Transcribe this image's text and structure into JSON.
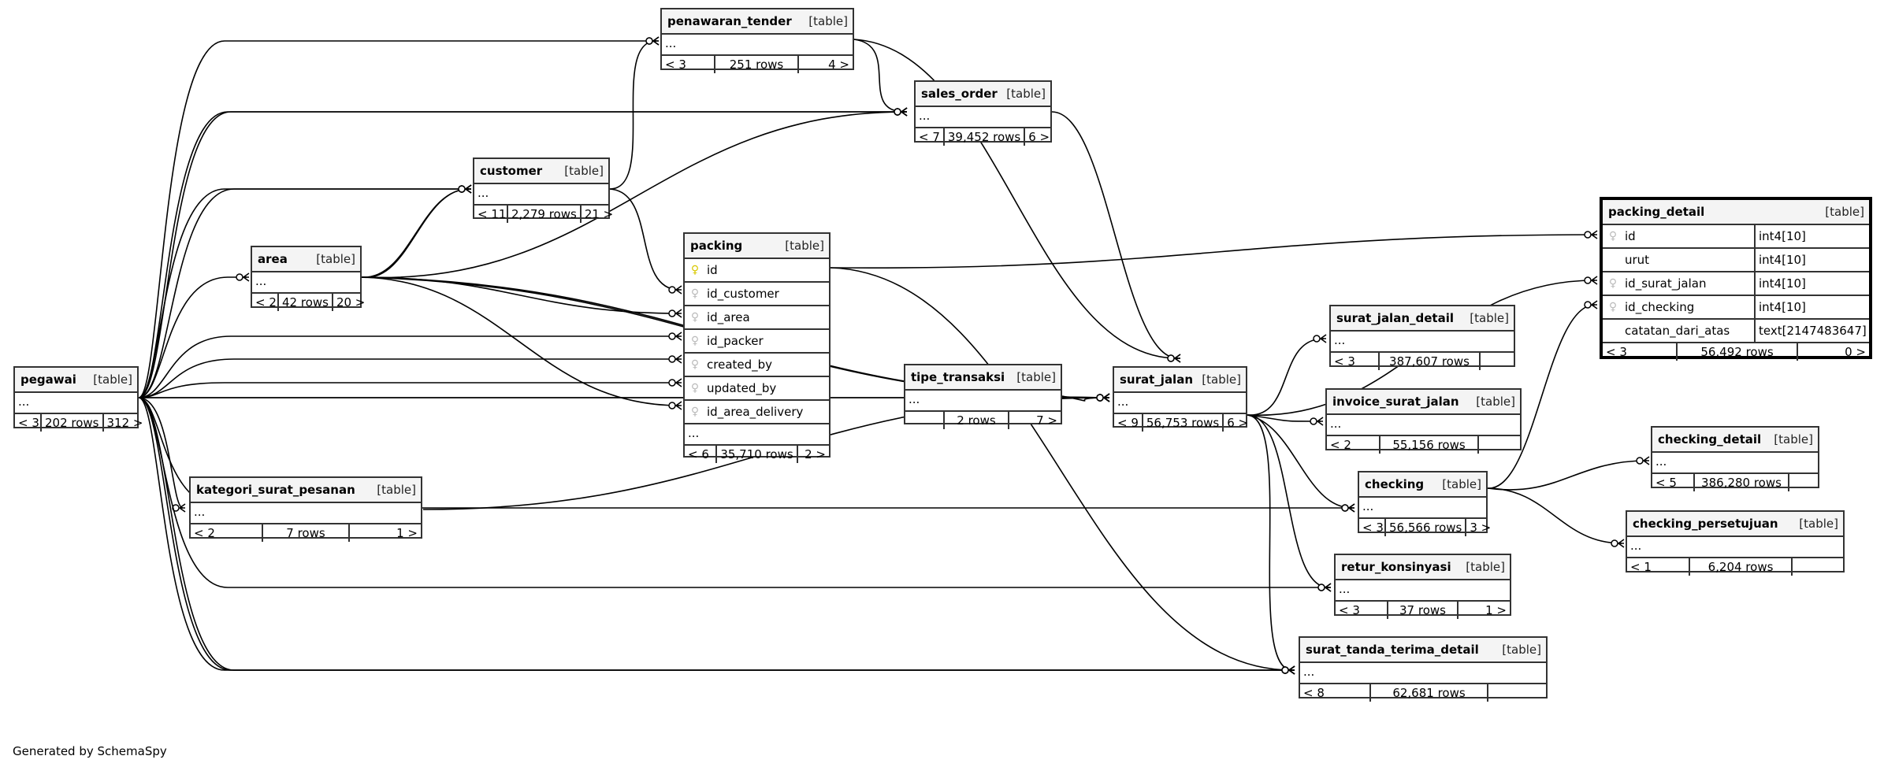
{
  "generator_note": "Generated by SchemaSpy",
  "tables": {
    "penawaran_tender": {
      "name": "penawaran_tender",
      "kind": "[table]",
      "ellipsis": "...",
      "parents": "< 3",
      "rows": "251 rows",
      "children": "4 >"
    },
    "sales_order": {
      "name": "sales_order",
      "kind": "[table]",
      "ellipsis": "...",
      "parents": "< 7",
      "rows": "39,452 rows",
      "children": "6 >"
    },
    "customer": {
      "name": "customer",
      "kind": "[table]",
      "ellipsis": "...",
      "parents": "< 11",
      "rows": "2,279 rows",
      "children": "21 >"
    },
    "area": {
      "name": "area",
      "kind": "[table]",
      "ellipsis": "...",
      "parents": "< 2",
      "rows": "42 rows",
      "children": "20 >"
    },
    "pegawai": {
      "name": "pegawai",
      "kind": "[table]",
      "ellipsis": "...",
      "parents": "< 3",
      "rows": "202 rows",
      "children": "312 >"
    },
    "packing": {
      "name": "packing",
      "kind": "[table]",
      "ellipsis": "...",
      "parents": "< 6",
      "rows": "35,710 rows",
      "children": "2 >",
      "columns": [
        {
          "name": "id",
          "key": "pk"
        },
        {
          "name": "id_customer",
          "key": "fk"
        },
        {
          "name": "id_area",
          "key": "fk"
        },
        {
          "name": "id_packer",
          "key": "fk"
        },
        {
          "name": "created_by",
          "key": "fk"
        },
        {
          "name": "updated_by",
          "key": "fk"
        },
        {
          "name": "id_area_delivery",
          "key": "fk"
        }
      ]
    },
    "tipe_transaksi": {
      "name": "tipe_transaksi",
      "kind": "[table]",
      "ellipsis": "...",
      "parents": "",
      "rows": "2 rows",
      "children": "7 >"
    },
    "surat_jalan": {
      "name": "surat_jalan",
      "kind": "[table]",
      "ellipsis": "...",
      "parents": "< 9",
      "rows": "56,753 rows",
      "children": "6 >"
    },
    "kategori_surat_pesanan": {
      "name": "kategori_surat_pesanan",
      "kind": "[table]",
      "ellipsis": "...",
      "parents": "< 2",
      "rows": "7 rows",
      "children": "1 >"
    },
    "surat_jalan_detail": {
      "name": "surat_jalan_detail",
      "kind": "[table]",
      "ellipsis": "...",
      "parents": "< 3",
      "rows": "387,607 rows",
      "children": ""
    },
    "invoice_surat_jalan": {
      "name": "invoice_surat_jalan",
      "kind": "[table]",
      "ellipsis": "...",
      "parents": "< 2",
      "rows": "55,156 rows",
      "children": ""
    },
    "checking": {
      "name": "checking",
      "kind": "[table]",
      "ellipsis": "...",
      "parents": "< 3",
      "rows": "56,566 rows",
      "children": "3 >"
    },
    "retur_konsinyasi": {
      "name": "retur_konsinyasi",
      "kind": "[table]",
      "ellipsis": "...",
      "parents": "< 3",
      "rows": "37 rows",
      "children": "1 >"
    },
    "surat_tanda_terima_detail": {
      "name": "surat_tanda_terima_detail",
      "kind": "[table]",
      "ellipsis": "...",
      "parents": "< 8",
      "rows": "62,681 rows",
      "children": ""
    },
    "packing_detail": {
      "name": "packing_detail",
      "kind": "[table]",
      "parents": "< 3",
      "rows": "56,492 rows",
      "children": "0 >",
      "columns": [
        {
          "name": "id",
          "type": "int4[10]",
          "key": "fk"
        },
        {
          "name": "urut",
          "type": "int4[10]",
          "key": "none"
        },
        {
          "name": "id_surat_jalan",
          "type": "int4[10]",
          "key": "fk"
        },
        {
          "name": "id_checking",
          "type": "int4[10]",
          "key": "fk"
        },
        {
          "name": "catatan_dari_atas",
          "type": "text[2147483647]",
          "key": "none"
        }
      ]
    },
    "checking_detail": {
      "name": "checking_detail",
      "kind": "[table]",
      "ellipsis": "...",
      "parents": "< 5",
      "rows": "386,280 rows",
      "children": ""
    },
    "checking_persetujuan": {
      "name": "checking_persetujuan",
      "kind": "[table]",
      "ellipsis": "...",
      "parents": "< 1",
      "rows": "6,204 rows",
      "children": ""
    }
  },
  "icons": {
    "primary_key": "key-icon (yellow)",
    "foreign_key": "key-icon (grey)"
  },
  "relationships": [
    [
      "pegawai",
      "penawaran_tender"
    ],
    [
      "pegawai",
      "sales_order"
    ],
    [
      "pegawai",
      "customer"
    ],
    [
      "pegawai",
      "area"
    ],
    [
      "pegawai",
      "packing.id_packer"
    ],
    [
      "pegawai",
      "packing.created_by"
    ],
    [
      "pegawai",
      "packing.updated_by"
    ],
    [
      "pegawai",
      "surat_jalan"
    ],
    [
      "pegawai",
      "kategori_surat_pesanan"
    ],
    [
      "pegawai",
      "checking"
    ],
    [
      "pegawai",
      "retur_konsinyasi"
    ],
    [
      "pegawai",
      "surat_tanda_terima_detail"
    ],
    [
      "area",
      "customer"
    ],
    [
      "area",
      "sales_order"
    ],
    [
      "area",
      "packing.id_area"
    ],
    [
      "area",
      "packing.id_area_delivery"
    ],
    [
      "area",
      "surat_jalan"
    ],
    [
      "customer",
      "penawaran_tender"
    ],
    [
      "customer",
      "packing.id_customer"
    ],
    [
      "customer",
      "sales_order"
    ],
    [
      "penawaran_tender",
      "sales_order"
    ],
    [
      "penawaran_tender",
      "surat_jalan"
    ],
    [
      "sales_order",
      "surat_jalan"
    ],
    [
      "packing",
      "packing_detail.id"
    ],
    [
      "packing",
      "surat_tanda_terima_detail"
    ],
    [
      "tipe_transaksi",
      "surat_jalan"
    ],
    [
      "kategori_surat_pesanan",
      "surat_jalan"
    ],
    [
      "surat_jalan",
      "surat_jalan_detail"
    ],
    [
      "surat_jalan",
      "invoice_surat_jalan"
    ],
    [
      "surat_jalan",
      "checking"
    ],
    [
      "surat_jalan",
      "retur_konsinyasi"
    ],
    [
      "surat_jalan",
      "surat_tanda_terima_detail"
    ],
    [
      "surat_jalan",
      "packing_detail.id_surat_jalan"
    ],
    [
      "checking",
      "checking_detail"
    ],
    [
      "checking",
      "checking_persetujuan"
    ],
    [
      "checking",
      "packing_detail.id_checking"
    ]
  ]
}
